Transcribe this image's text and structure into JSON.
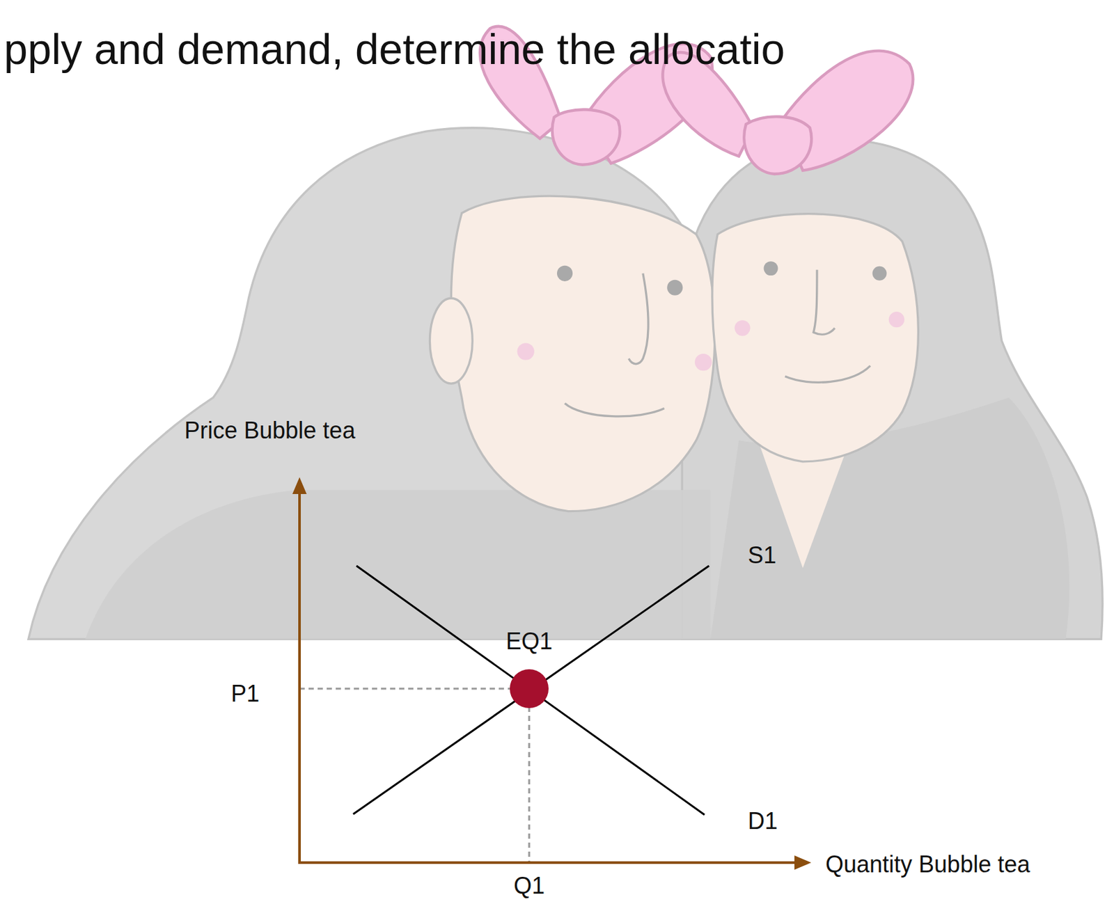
{
  "diagram": {
    "title": "pply and demand, determine the allocatio",
    "labels": [
      "Price Bubble tea",
      "S1",
      "EQ1",
      "P1",
      "D1",
      "Q1",
      "Quantity Bubble tea"
    ]
  }
}
